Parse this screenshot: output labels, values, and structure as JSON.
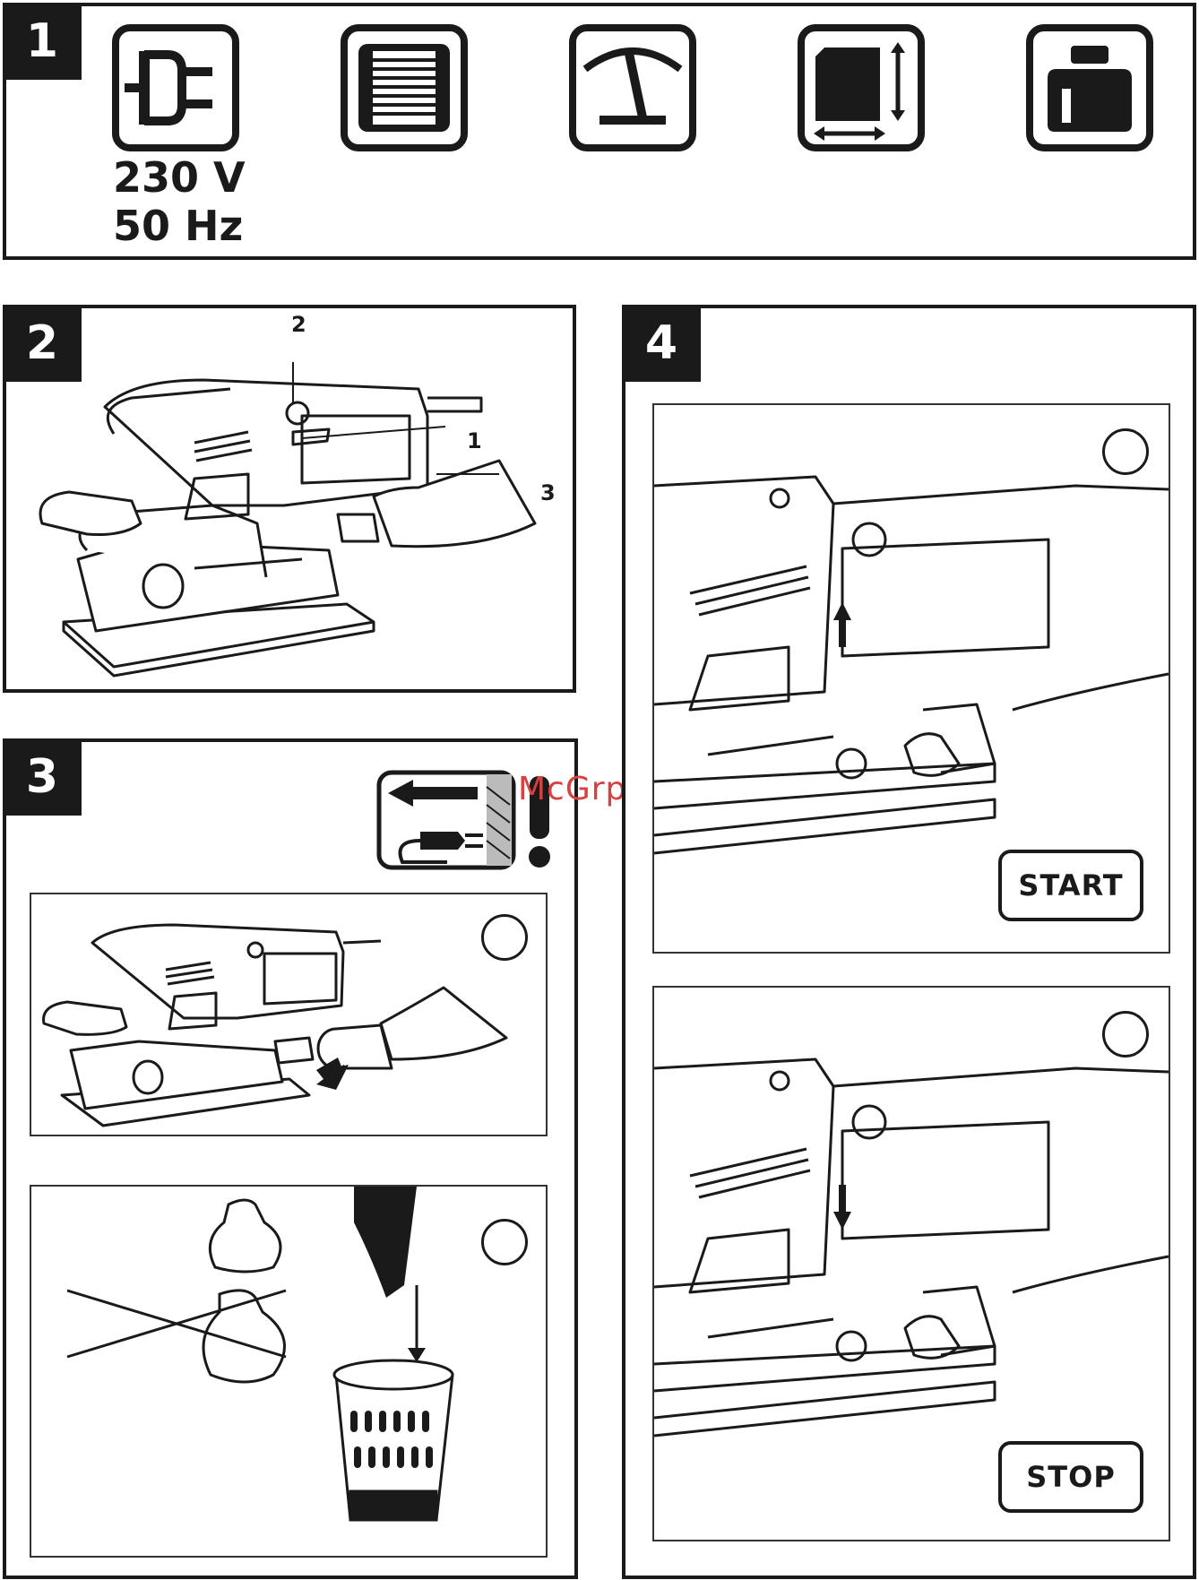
{
  "panel1": {
    "number": "1",
    "voltage_line1": "230 V",
    "voltage_line2": "50 Hz",
    "icons": [
      "power-plug-icon",
      "motor-icon",
      "speed-gauge-icon",
      "sheet-size-icon",
      "weight-icon"
    ]
  },
  "panel2": {
    "number": "2",
    "callouts": [
      "2",
      "1",
      "3"
    ]
  },
  "panel3": {
    "number": "3",
    "warning_icon": "unplug-warning-icon"
  },
  "panel4": {
    "number": "4",
    "start_label": "START",
    "stop_label": "STOP"
  },
  "watermark": "McGrp.Ru"
}
